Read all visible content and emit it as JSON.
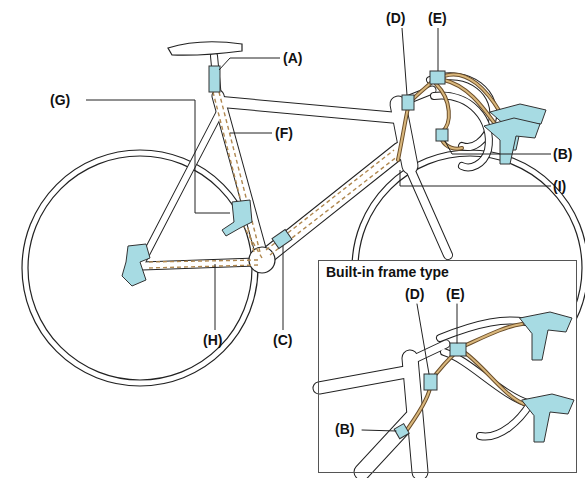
{
  "diagram": {
    "nodes": [
      {
        "text": [
          "Built-in frame type"
        ]
      }
    ],
    "labels": [
      "(A)",
      "(G)",
      "(F)",
      "(D)",
      "(E)",
      "(B)",
      "(I)",
      "(H)",
      "(C)",
      "(D)",
      "(E)",
      "(B)"
    ]
  }
}
